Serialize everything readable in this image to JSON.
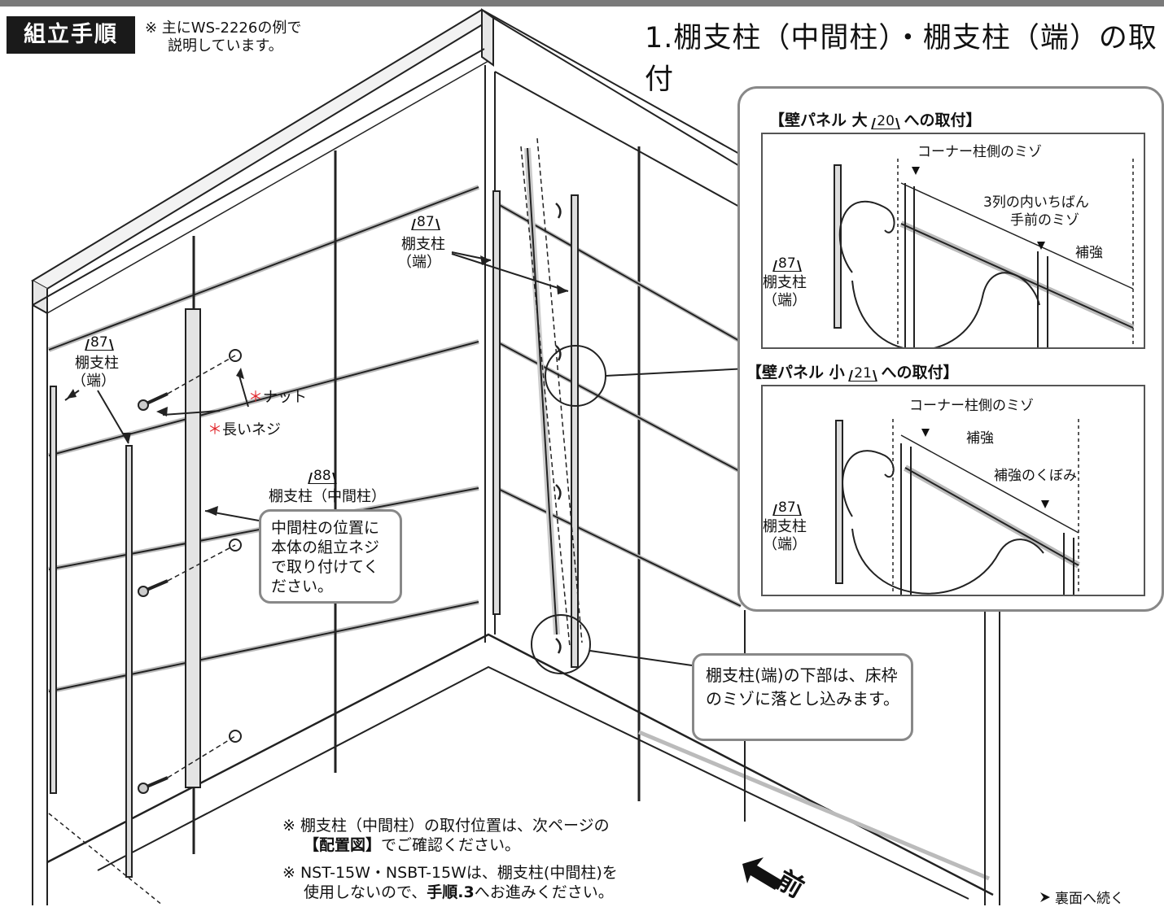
{
  "header": {
    "badge": "組立手順",
    "note_line1": "※ 主にWS-2226の例で",
    "note_line2": "説明しています。",
    "title": "1.棚支柱（中間柱）・棚支柱（端）の取付"
  },
  "labels": {
    "part87": "87",
    "part88": "88",
    "part20": "20",
    "part21": "21",
    "tana_tan_1": "棚支柱",
    "tan_paren": "（端）",
    "tana_chukan": "棚支柱（中間柱）",
    "nut": "ナット",
    "long_screw": "長いネジ",
    "asterisk": "＊"
  },
  "callouts": {
    "middle_post": "中間柱の位置に本体の組立ネジで取り付けてください。",
    "bottom": "棚支柱(端)の下部は、床枠のミゾに落とし込みます。"
  },
  "detail": {
    "large_head_a": "【壁パネル 大",
    "large_head_b": "への取付】",
    "small_head_a": "【壁パネル 小",
    "small_head_b": "への取付】",
    "corner_groove": "コーナー柱側のミゾ",
    "row3_line1": "3列の内いちばん",
    "row3_line2": "手前のミゾ",
    "reinforce": "補強",
    "reinforce_dent": "補強のくぼみ"
  },
  "bottom": {
    "note1_a": "※ 棚支柱（中間柱）の取付位置は、次ページの",
    "note1_b": "【配置図】",
    "note1_c": "でご確認ください。",
    "note2_a": "※ NST-15W・NSBT-15Wは、棚支柱(中間柱)を",
    "note2_b": "使用しないので、",
    "note2_c": "手順.3",
    "note2_d": "へお進みください。",
    "front": "前",
    "next": "裏面へ続く"
  }
}
